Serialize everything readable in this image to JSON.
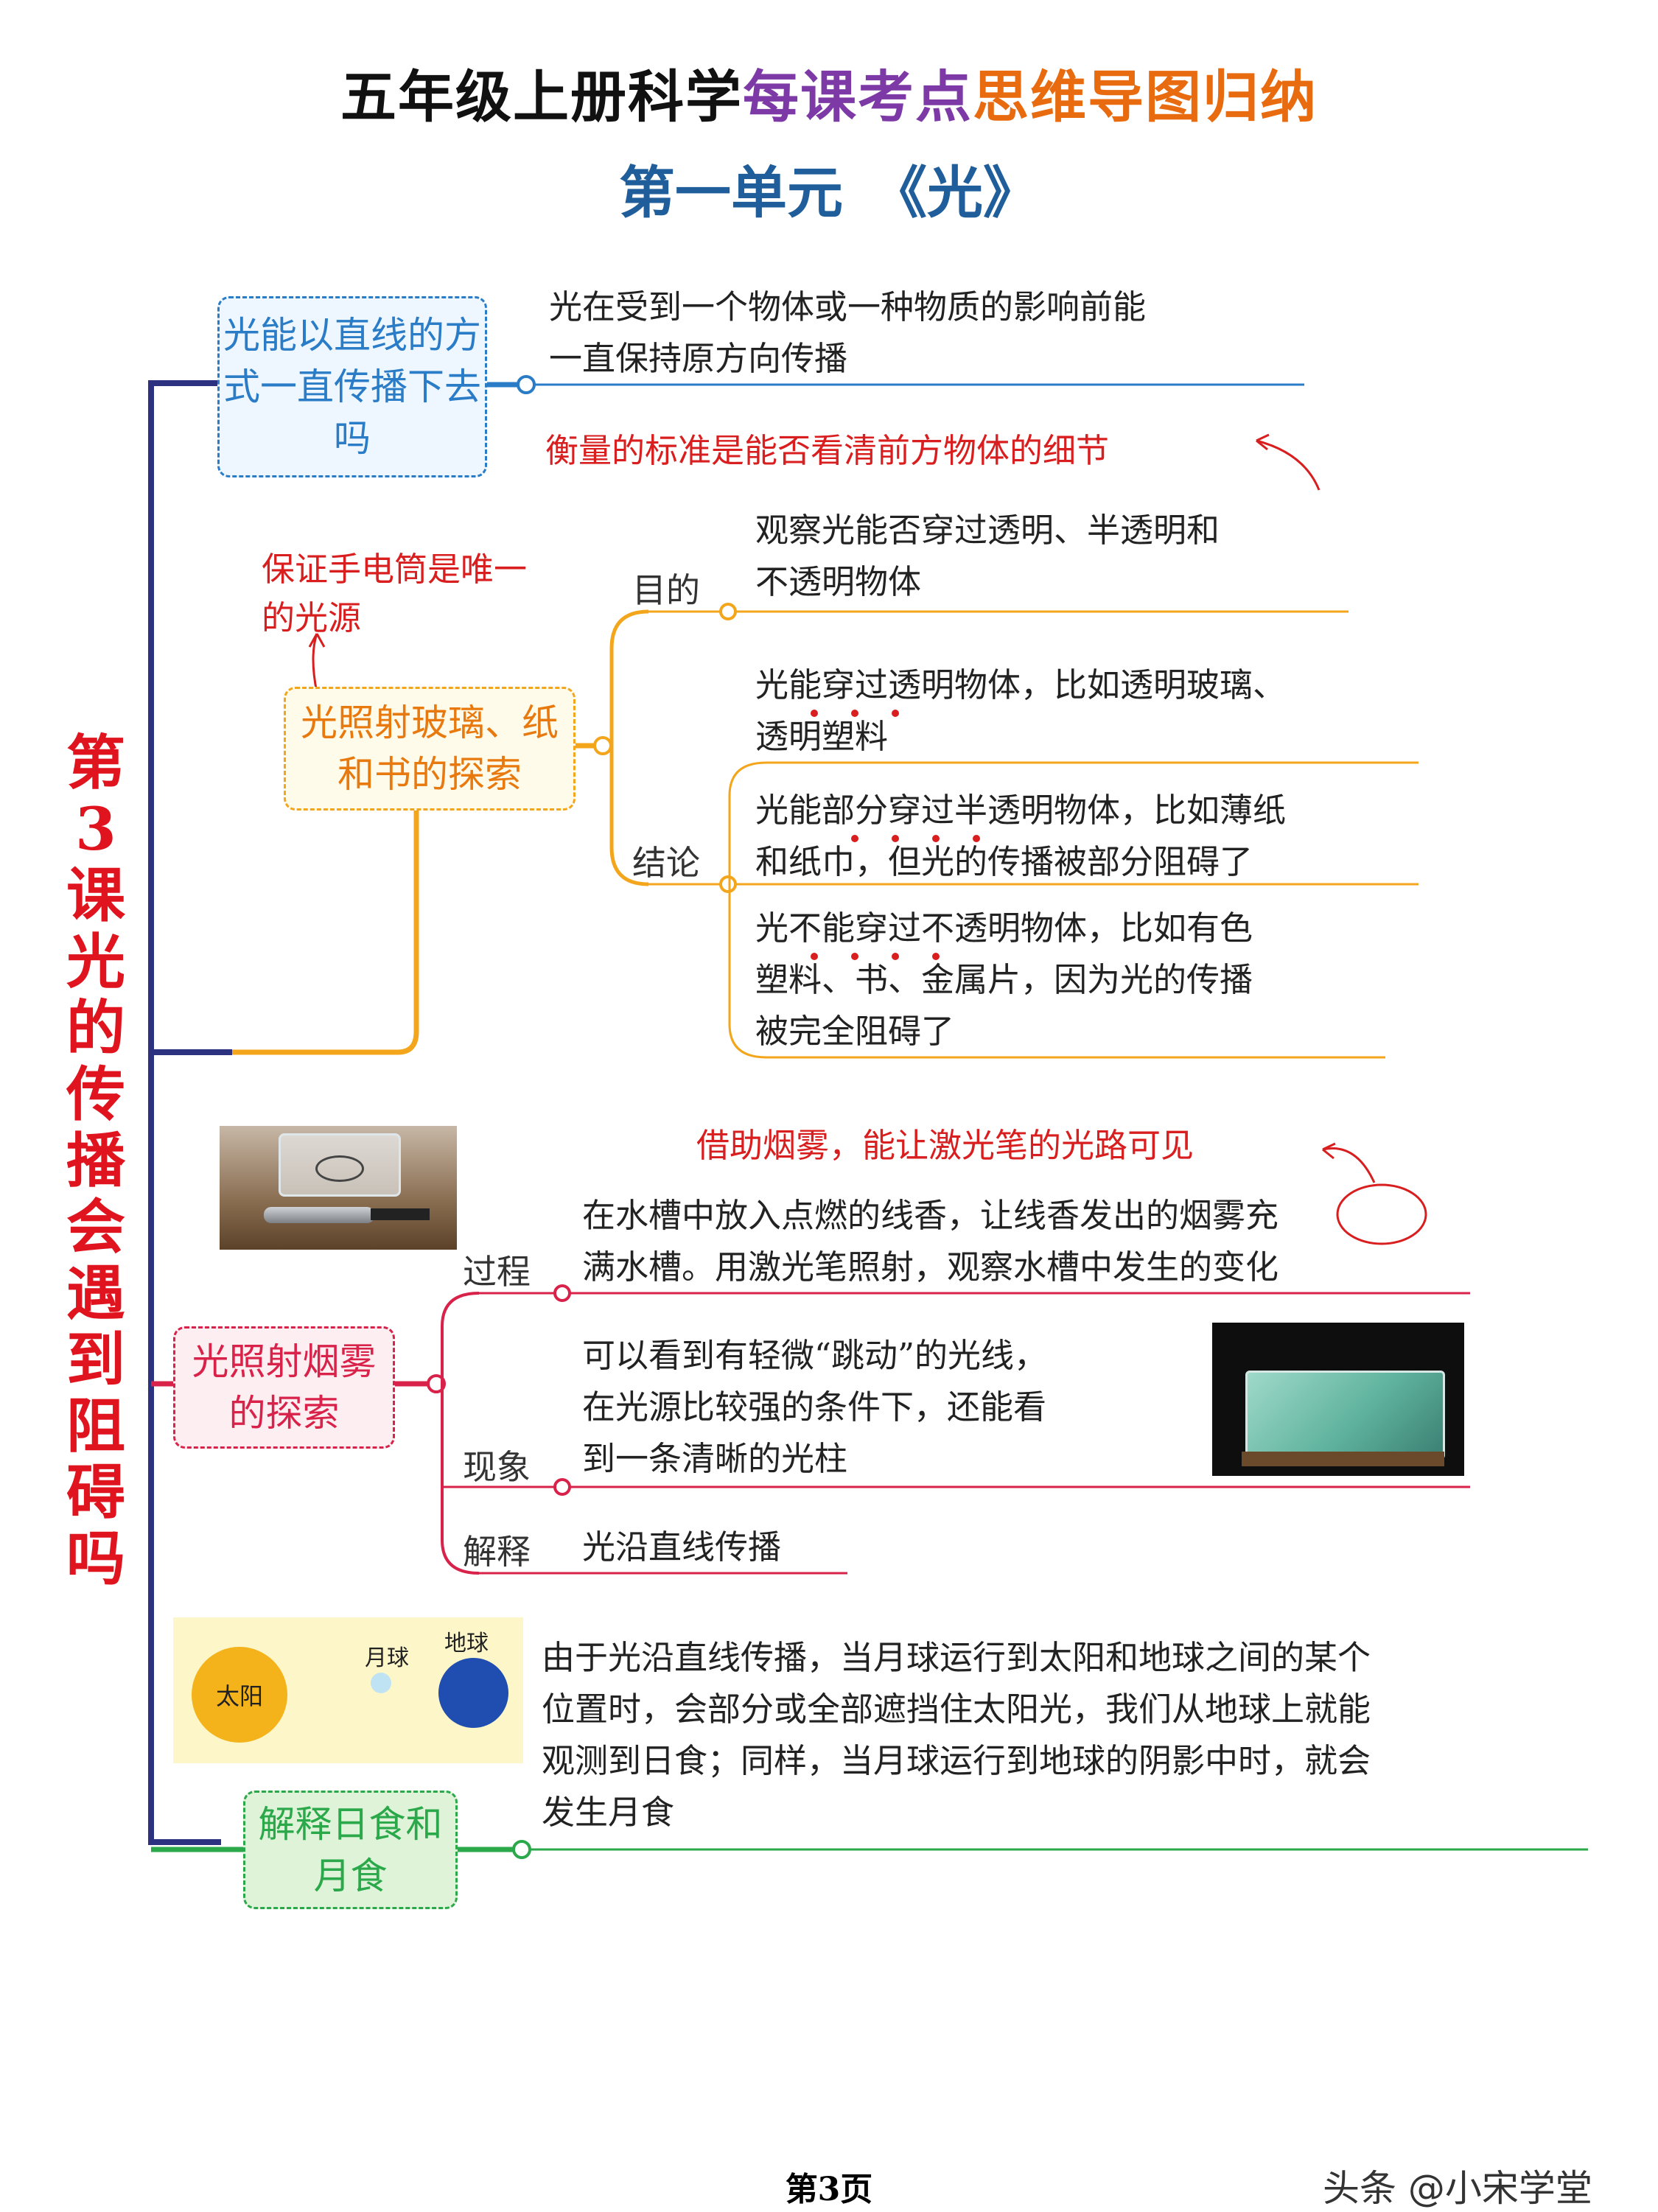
{
  "header": {
    "title_part1": "五年级上册科学",
    "title_part2": "每课考点",
    "title_part3": "思维导图归纳",
    "unit": "第一单元　《光》"
  },
  "lesson_title": "第3课　光的传播会遇到阻碍吗",
  "colors": {
    "navy": "#2c3180",
    "blue": "#2a7cc7",
    "orange": "#f3a51b",
    "crimson": "#d9224a",
    "green": "#2aa84a",
    "red_note": "#d81e1e"
  },
  "branch1": {
    "box": "光能以直线的方式一直传播下去吗",
    "answer_line1": "光在受到一个物体或一种物质的影响前能",
    "answer_line2": "一直保持原方向传播",
    "note": "衡量的标准是能否看清前方物体的细节"
  },
  "branch2": {
    "box": "光照射玻璃、纸和书的探索",
    "note": "保证手电筒是唯一的光源",
    "purpose_label": "目的",
    "purpose_line1": "观察光能否穿过透明、半透明和",
    "purpose_line2": "不透明物体",
    "conclusion_label": "结论",
    "c1_line1": "光能穿过透明物体，比如透明玻璃、",
    "c1_line2": "透明塑料",
    "c2_line1": "光能部分穿过半透明物体，比如薄纸",
    "c2_line2": "和纸巾，但光的传播被部分阻碍了",
    "c3_line1": "光不能穿过不透明物体，比如有色",
    "c3_line2": "塑料、书、金属片，因为光的传播",
    "c3_line3": "被完全阻碍了"
  },
  "branch3": {
    "box": "光照射烟雾的探索",
    "note": "借助烟雾，能让激光笔的光路可见",
    "process_label": "过程",
    "process_line1": "在水槽中放入点燃的线香，让线香发出的烟雾充",
    "process_line2": "满水槽。用激光笔照射，观察水槽中发生的变化",
    "phenomenon_label": "现象",
    "phen_line1": "可以看到有轻微“跳动”的光线，",
    "phen_line2": "在光源比较强的条件下，还能看",
    "phen_line3": "到一条清晰的光柱",
    "explain_label": "解释",
    "explain_text": "光沿直线传播"
  },
  "branch4": {
    "box": "解释日食和月食",
    "sun": "太阳",
    "moon": "月球",
    "earth": "地球",
    "line1": "由于光沿直线传播，当月球运行到太阳和地球之间的某个",
    "line2": "位置时，会部分或全部遮挡住太阳光，我们从地球上就能",
    "line3": "观测到日食；同样，当月球运行到地球的阴影中时，就会",
    "line4": "发生月食"
  },
  "footer": {
    "page": "第3页",
    "watermark": "头条 @小宋学堂"
  }
}
